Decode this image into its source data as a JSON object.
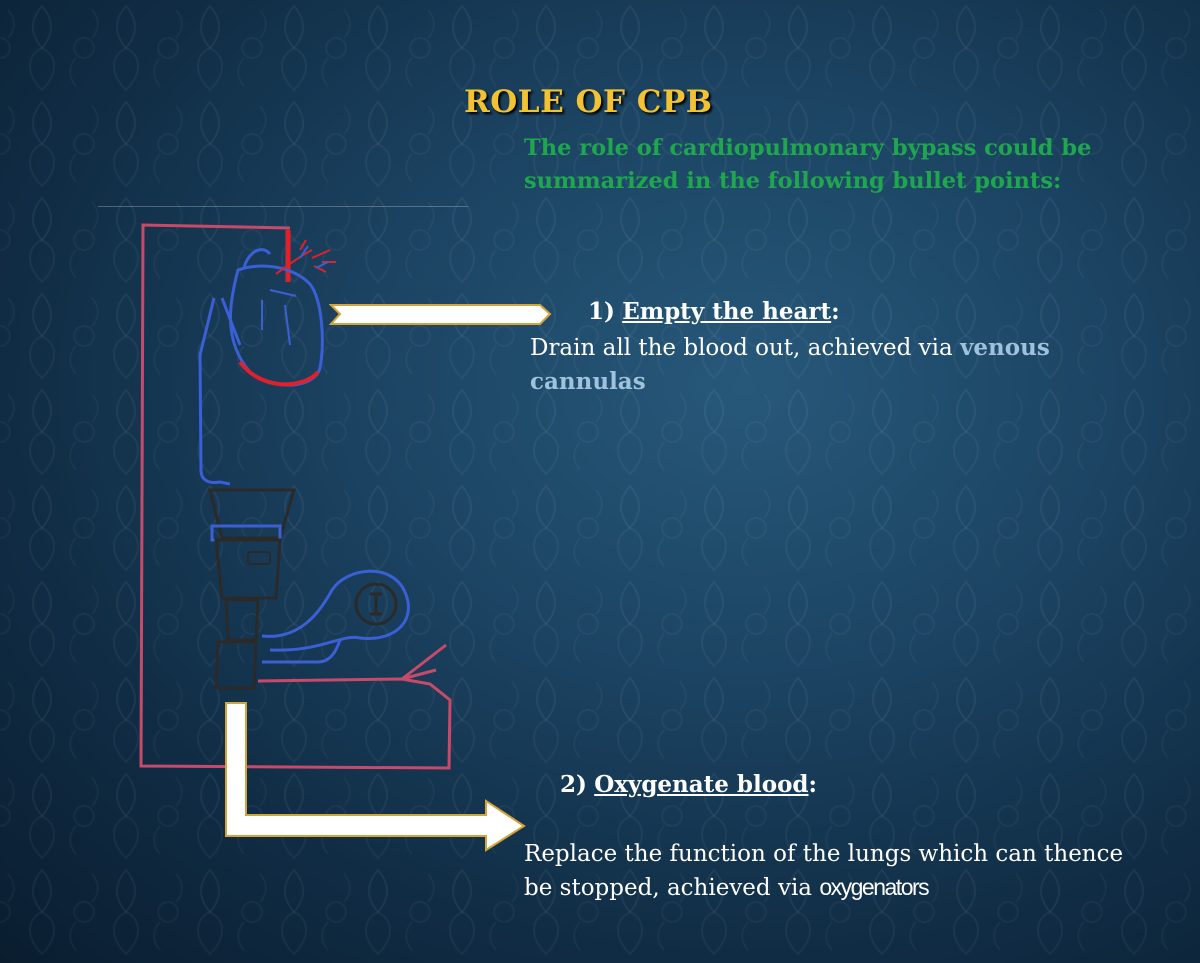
{
  "slide": {
    "title": "ROLE OF CPB",
    "subtitle": "The role of cardiopulmonary bypass could be summarized in the following bullet points:",
    "point1": {
      "number": "1)",
      "heading": "Empty the heart",
      "colon": ":",
      "text": "Drain all the blood out, achieved via",
      "highlight": "venous cannulas"
    },
    "point2": {
      "number": "2)",
      "heading": "Oxygenate blood",
      "colon": ":",
      "text": "Replace the function of the lungs which can thence be stopped, achieved via",
      "highlight": "oxygenators"
    }
  },
  "colors": {
    "title": "#f2c233",
    "subtitle": "#1fa64e",
    "highlight": "#9fc2dd",
    "arterial_line": "#c84a6a",
    "venous_line": "#3b5fd4",
    "heart_red": "#e0202a",
    "machine_outline": "#2a2a2a",
    "arrow_fill": "#ffffff",
    "arrow_border": "#d4a437"
  },
  "icons": {
    "heart": "heart-drawing-icon",
    "reservoir": "reservoir-icon",
    "pump": "roller-pump-icon",
    "oxygenator": "oxygenator-icon"
  }
}
